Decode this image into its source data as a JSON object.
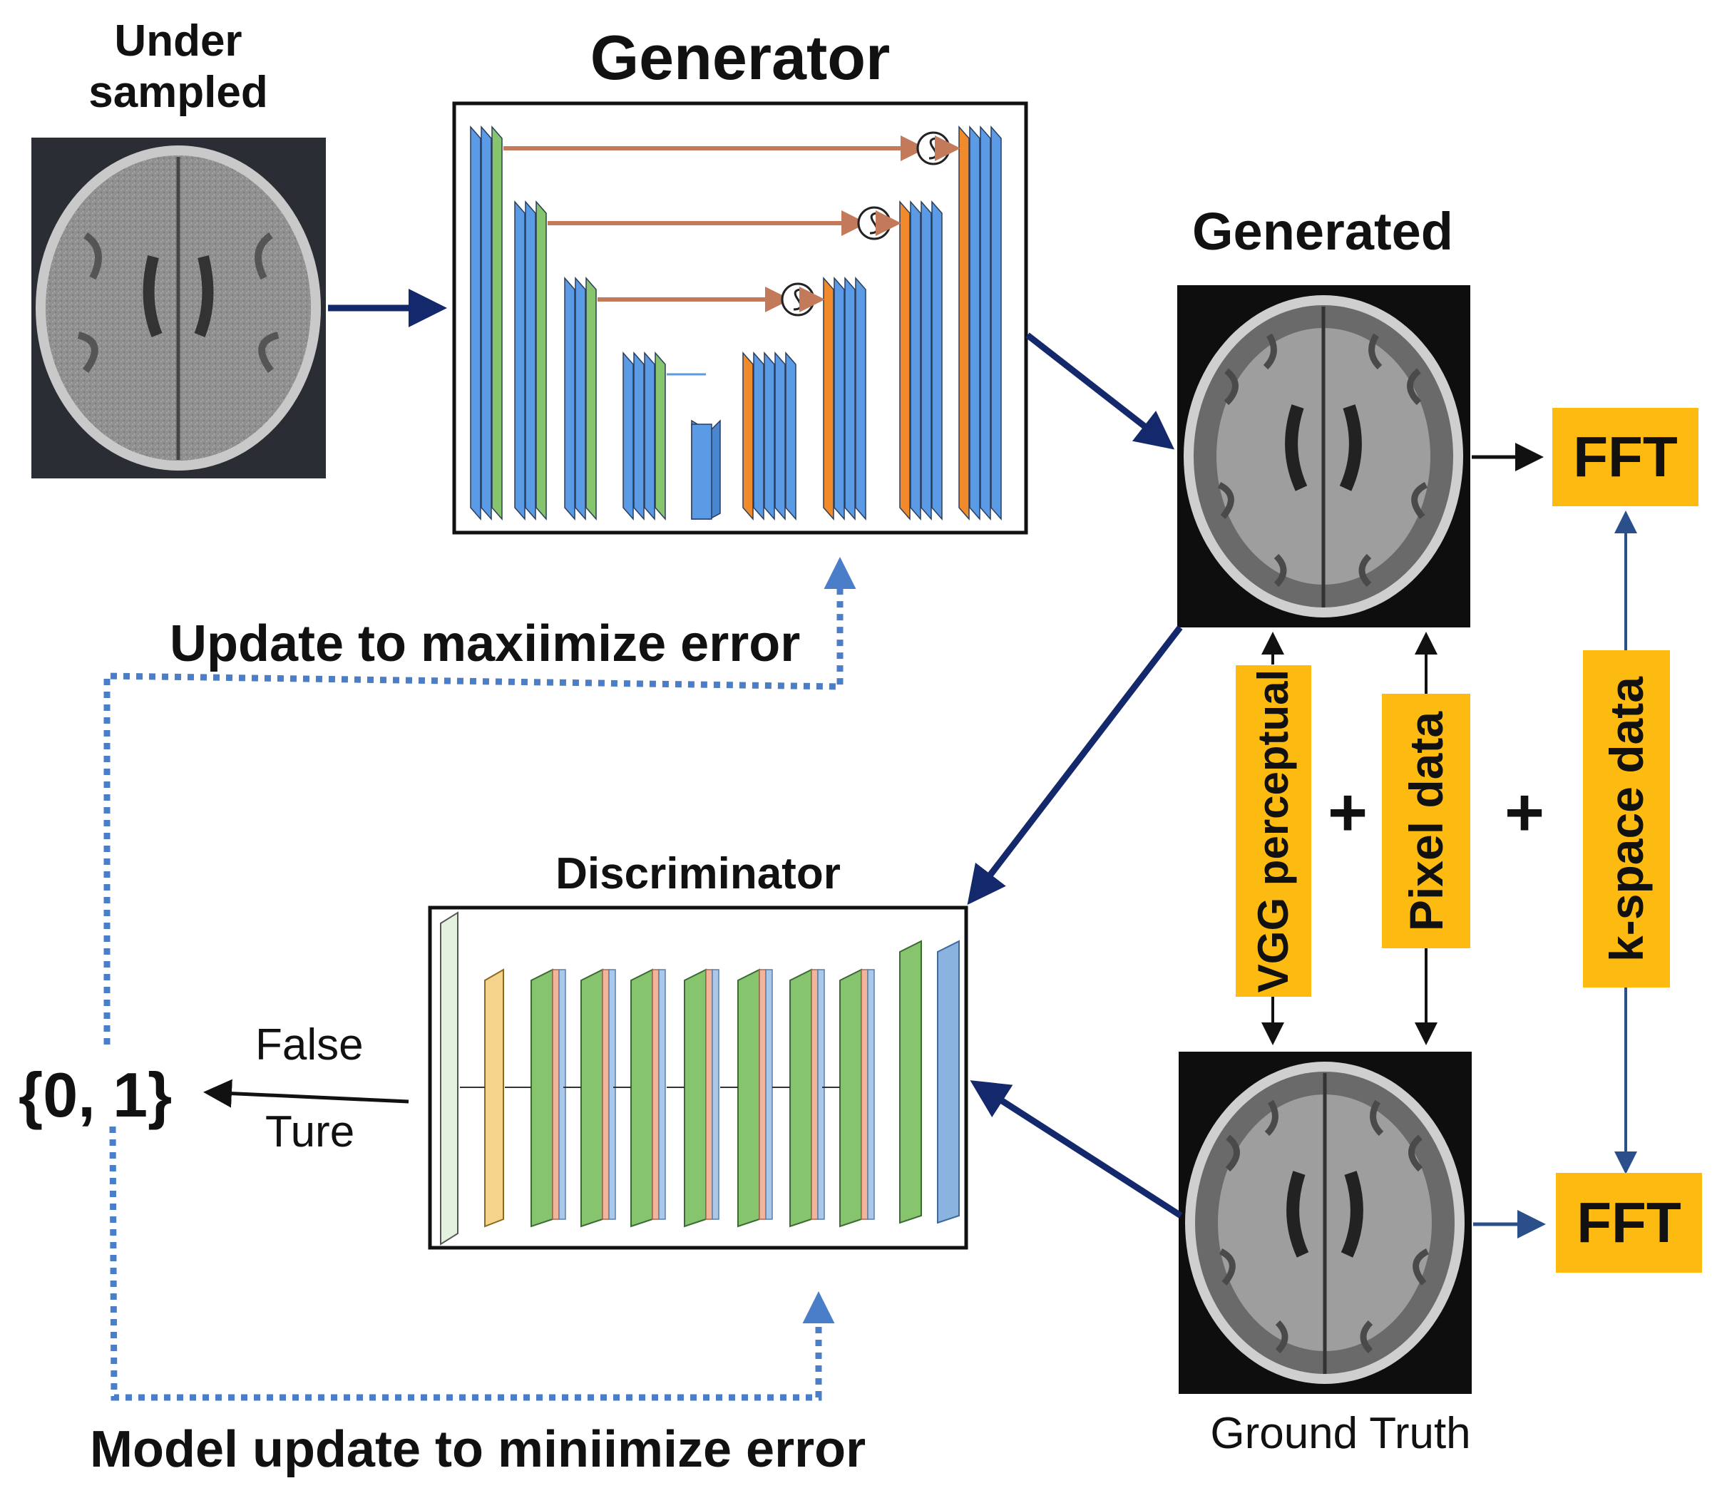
{
  "labels": {
    "under_sampled": "Under sampled",
    "generator": "Generator",
    "generated": "Generated",
    "discriminator": "Discriminator",
    "ground_truth": "Ground Truth",
    "update_max": "Update to maxiimize error",
    "update_min": "Model update to miniimize error",
    "output": "{0, 1}",
    "false_label": "False",
    "true_label": "Ture",
    "plus": "+"
  },
  "boxes": {
    "fft_top": "FFT",
    "fft_bottom": "FFT",
    "vgg": "VGG perceptual",
    "pixel": "Pixel data",
    "kspace": "k-space data"
  },
  "colors": {
    "arrow_navy": "#14296b",
    "dotted_blue": "#4a7ec9",
    "box_yellow": "#fdbb12",
    "layer_blue": "#5b9be6",
    "layer_green": "#86c46e",
    "layer_orange": "#f08a2a",
    "skip_brown": "#c27a5a"
  }
}
